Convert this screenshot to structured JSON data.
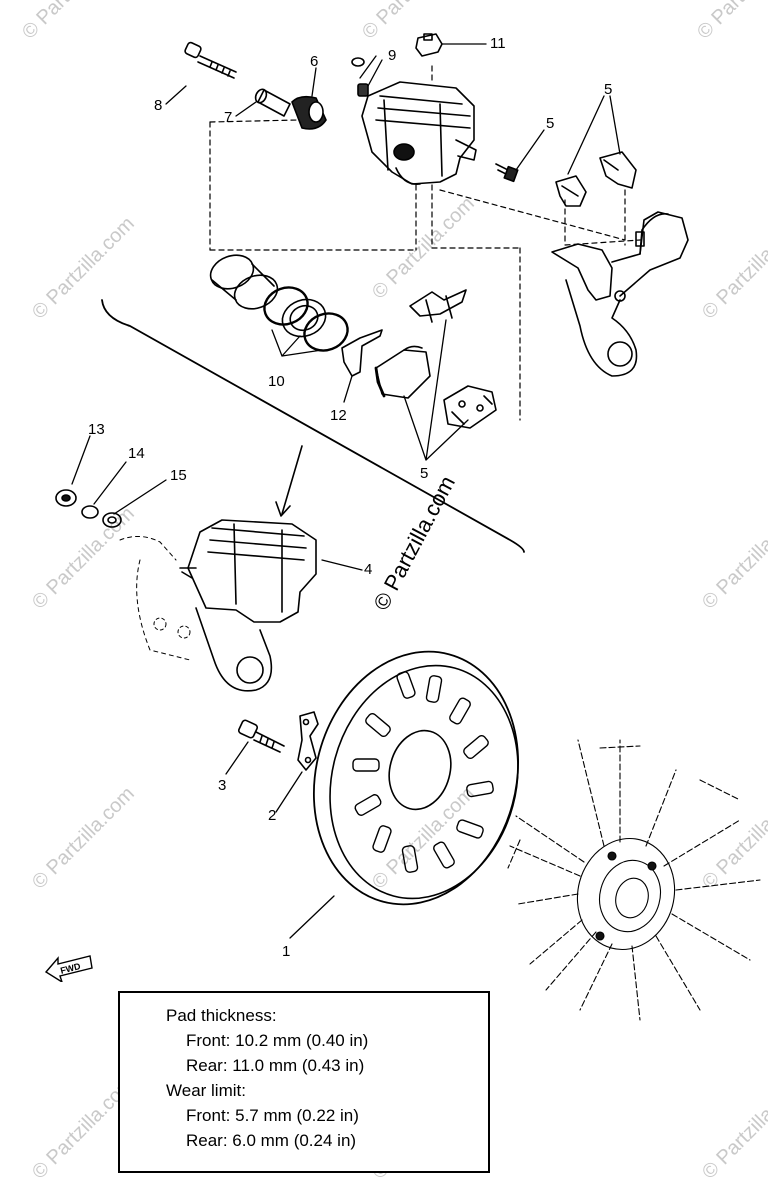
{
  "watermark": {
    "text": "© Partzilla.com",
    "center_text": "© Partzilla.com"
  },
  "labels": {
    "p1": "1",
    "p2": "2",
    "p3": "3",
    "p4": "4",
    "p5a": "5",
    "p5b": "5",
    "p5c": "5",
    "p6": "6",
    "p7": "7",
    "p8": "8",
    "p9": "9",
    "p10": "10",
    "p11": "11",
    "p12": "12",
    "p13": "13",
    "p14": "14",
    "p15": "15"
  },
  "fwd_label": "FWD",
  "spec": {
    "pad_title": "Pad thickness:",
    "pad_front": "Front:  10.2 mm (0.40 in)",
    "pad_rear": "Rear:  11.0 mm (0.43 in)",
    "wear_title": "Wear limit:",
    "wear_front": "Front:  5.7 mm (0.22 in)",
    "wear_rear": "Rear:  6.0 mm (0.24 in)"
  }
}
